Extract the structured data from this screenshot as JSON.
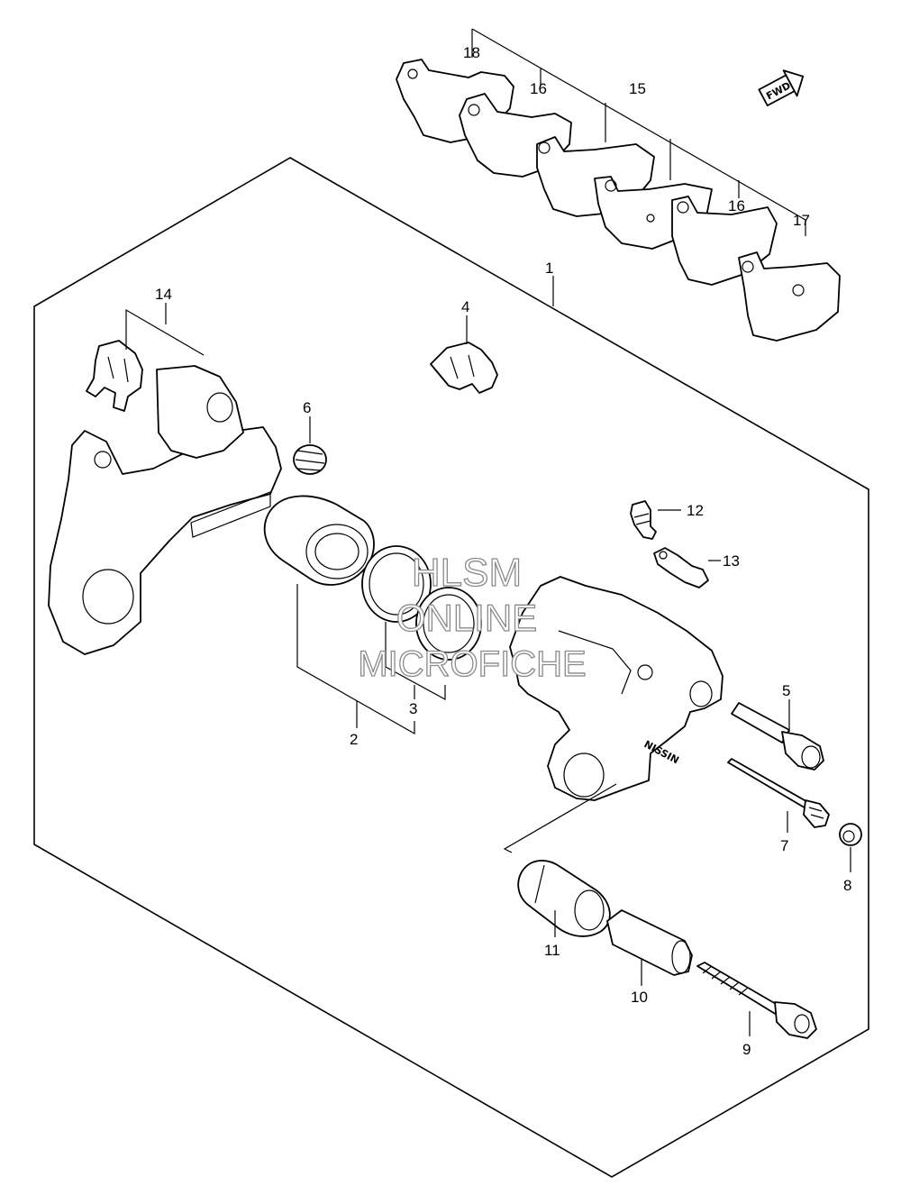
{
  "labels": {
    "p1": "1",
    "p2": "2",
    "p3": "3",
    "p4": "4",
    "p5": "5",
    "p6": "6",
    "p7": "7",
    "p8": "8",
    "p9": "9",
    "p10": "10",
    "p11": "11",
    "p12": "12",
    "p13": "13",
    "p14": "14",
    "p15": "15",
    "p16a": "16",
    "p16b": "16",
    "p17": "17",
    "p18": "18"
  },
  "direction_badge": "FWD",
  "caliper_mark": "NISSIN",
  "watermark": {
    "line1": "HLSM",
    "line2": "ONLINE",
    "line3": "MICROFICHE"
  }
}
